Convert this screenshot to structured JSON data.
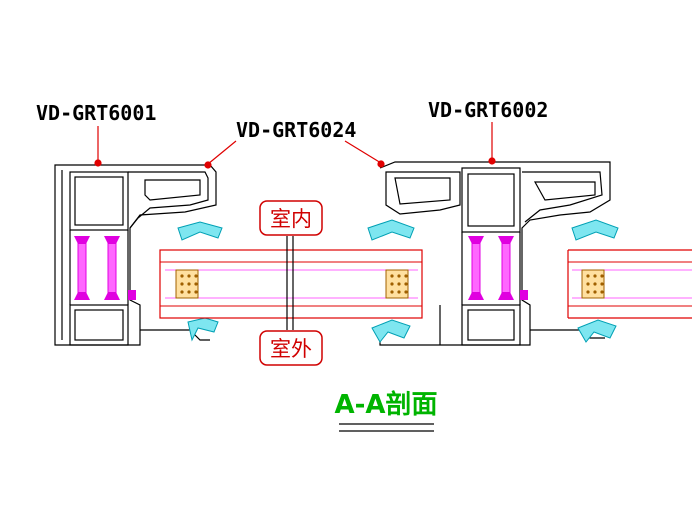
{
  "labels": {
    "left_profile": "VD-GRT6001",
    "middle_profile": "VD-GRT6024",
    "right_profile": "VD-GRT6002"
  },
  "rooms": {
    "inside": "室内",
    "outside": "室外"
  },
  "section_title": "A-A剖面",
  "colors": {
    "profile_line": "#000000",
    "leader": "#e00000",
    "thermal_break": "#e000e0",
    "glass_line": "#e00000",
    "seal": "#00b4c8",
    "title": "#00b400"
  }
}
